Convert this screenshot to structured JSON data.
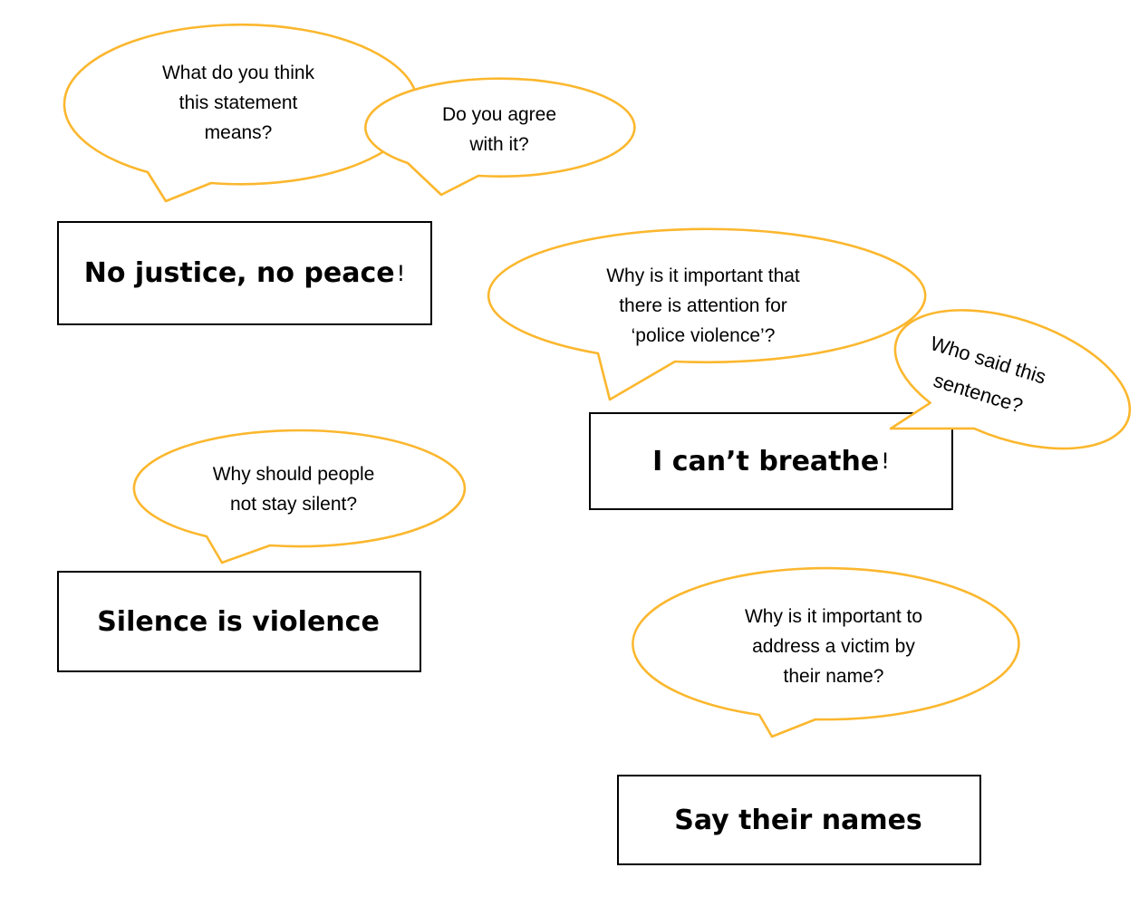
{
  "colors": {
    "background": "#ffffff",
    "bubble_outline": "#FBB72E",
    "statement_border": "#000000",
    "text": "#000000"
  },
  "bubbles": [
    {
      "id": "what-think",
      "text": "What do you think\nthis statement\nmeans?"
    },
    {
      "id": "agree",
      "text": "Do you agree\nwith it?"
    },
    {
      "id": "attention-police-violence",
      "text": "Why is it important that\nthere is attention for\n‘police violence’?"
    },
    {
      "id": "who-said",
      "text": "Who said this\nsentence?"
    },
    {
      "id": "not-silent",
      "text": "Why should people\nnot stay silent?"
    },
    {
      "id": "victim-name",
      "text": "Why is it important to\naddress a victim by\ntheir name?"
    }
  ],
  "statements": [
    {
      "id": "no-justice",
      "text": "No justice, no peace",
      "bang": "!"
    },
    {
      "id": "cant-breathe",
      "text": "I can’t breathe",
      "bang": "!"
    },
    {
      "id": "silence-violence",
      "text": "Silence is violence",
      "bang": ""
    },
    {
      "id": "say-names",
      "text": "Say their names",
      "bang": ""
    }
  ]
}
